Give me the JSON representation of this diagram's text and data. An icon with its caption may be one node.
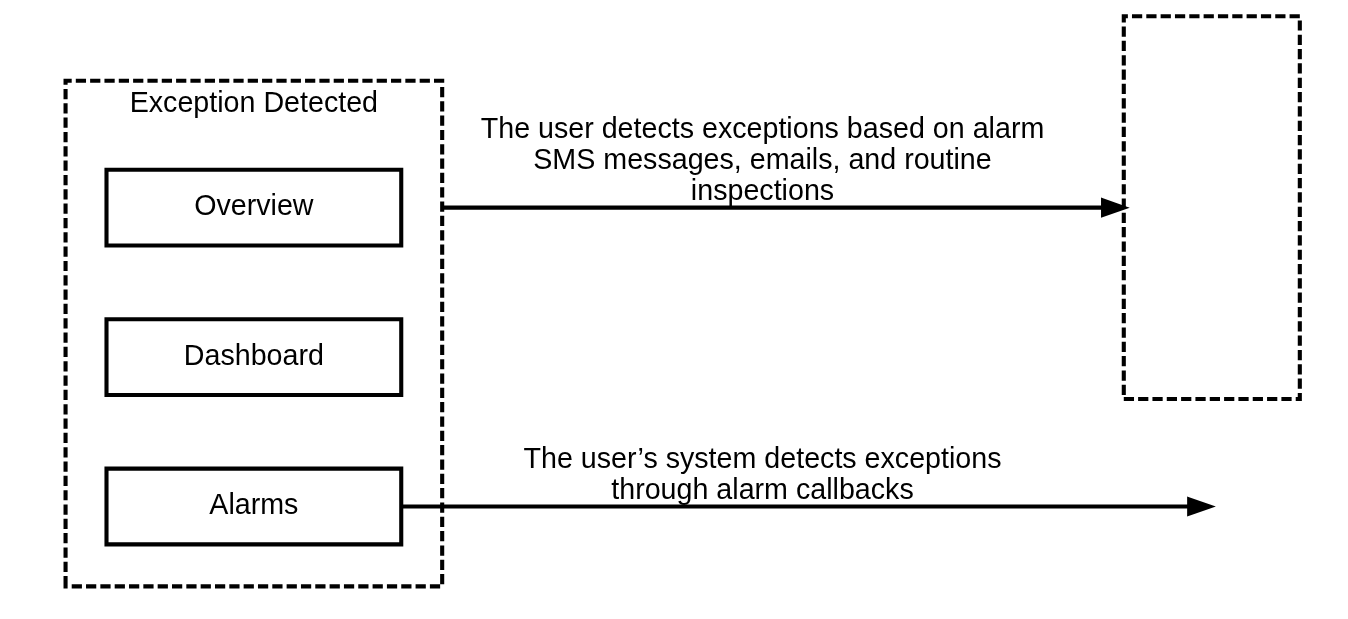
{
  "diagram": {
    "nodes": [
      {
        "text": [
          "Exception Detected"
        ]
      },
      {
        "text": [
          "Overview"
        ],
        "in": 0
      },
      {
        "text": [
          "Dashboard"
        ],
        "in": 0
      },
      {
        "text": [
          "Alarms"
        ],
        "in": 0
      },
      {
        "text": [],
        "shape": "box"
      }
    ],
    "edges": [
      {
        "from": 0,
        "to": 4,
        "arrow": "to",
        "label": "The user detects exceptions based on alarm SMS messages, emails, and routine inspections"
      },
      {
        "from": 3,
        "to": null,
        "arrow": "to",
        "label": "The user’s system detects exceptions through alarm callbacks"
      }
    ]
  }
}
